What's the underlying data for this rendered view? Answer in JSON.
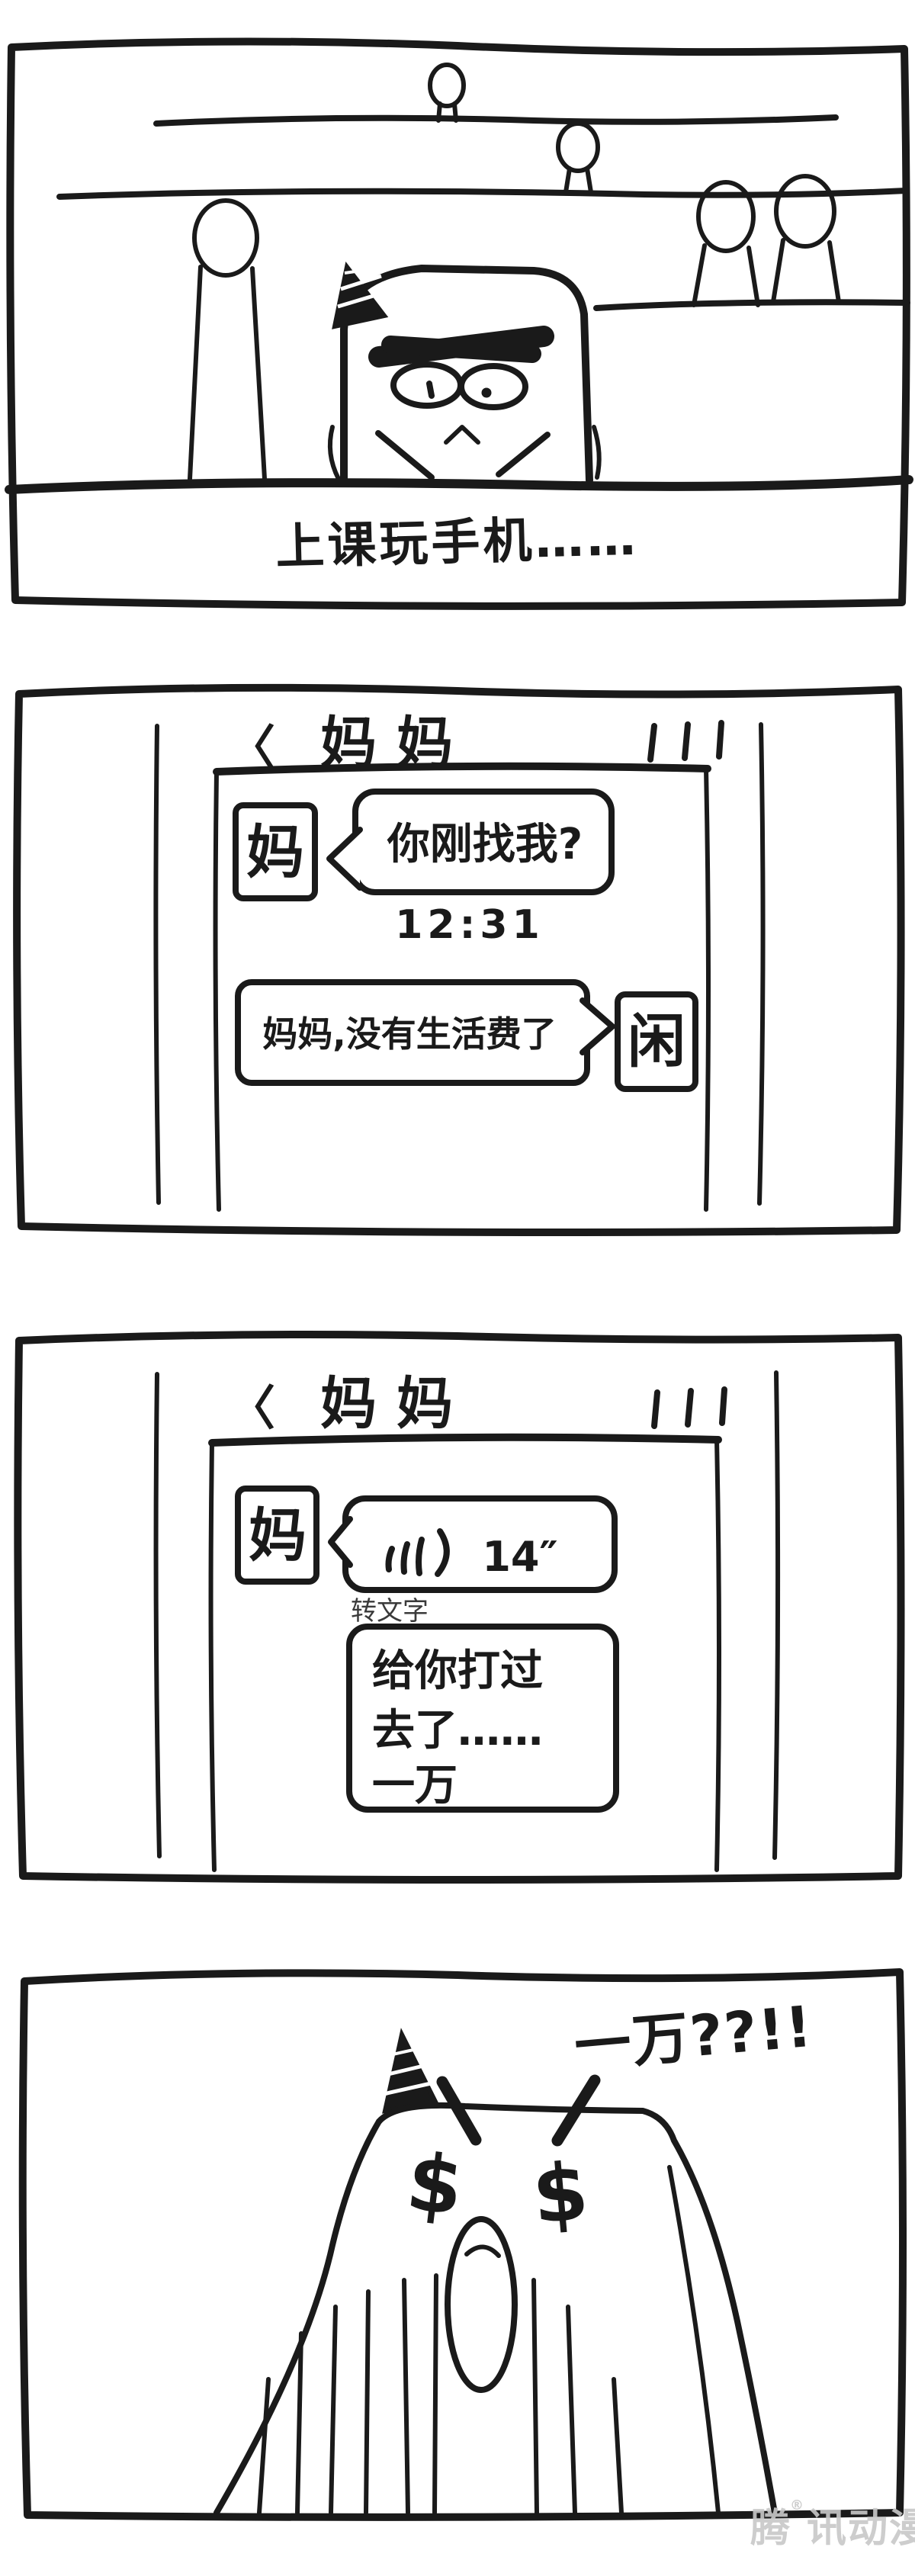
{
  "comic": {
    "panel1": {
      "caption": "上课玩手机……"
    },
    "panel2": {
      "header": {
        "back": "〈",
        "title": "妈妈"
      },
      "incoming": {
        "avatar": "妈",
        "text": "你刚找我?"
      },
      "timestamp": "12:31",
      "outgoing": {
        "avatar": "闲",
        "text": "妈妈,没有生活费了"
      }
    },
    "panel3": {
      "header": {
        "back": "〈",
        "title": "妈妈"
      },
      "incoming": {
        "avatar": "妈",
        "voice_duration": "14″",
        "transcribe_label": "转文字",
        "text_lines": [
          "给你打过",
          "去了……",
          "一万"
        ]
      }
    },
    "panel4": {
      "exclamation": "一万??!!",
      "dollar_eye": "$"
    },
    "watermark": {
      "text": "腾讯动漫",
      "registered_mark": "®"
    }
  },
  "colors": {
    "ink": "#1a1a1a",
    "paper": "#ffffff",
    "watermark": "#c8c8c8"
  }
}
